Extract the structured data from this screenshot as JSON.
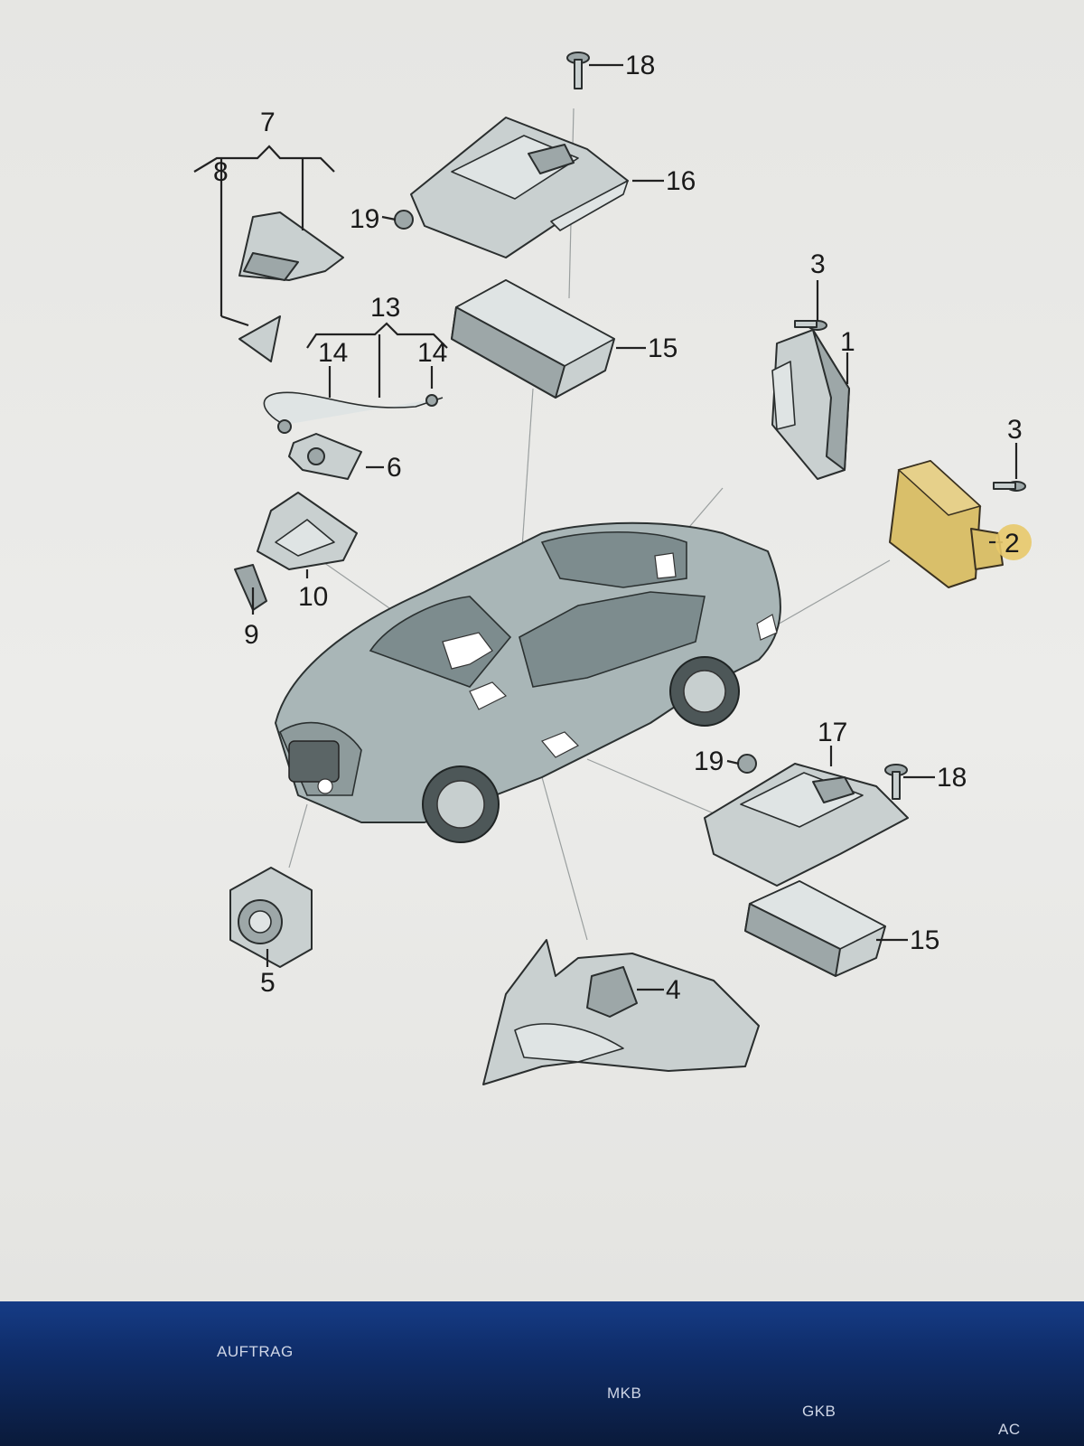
{
  "callouts": {
    "c1": "1",
    "c2": "2",
    "c3a": "3",
    "c3b": "3",
    "c4": "4",
    "c5": "5",
    "c6": "6",
    "c7": "7",
    "c8": "8",
    "c9": "9",
    "c10": "10",
    "c13": "13",
    "c14a": "14",
    "c14b": "14",
    "c15a": "15",
    "c15b": "15",
    "c16": "16",
    "c17": "17",
    "c18a": "18",
    "c18b": "18",
    "c19a": "19",
    "c19b": "19"
  },
  "highlighted_part": "2",
  "colors": {
    "highlight": "#d9bf6a",
    "taskbar": "#163c86"
  },
  "taskbar": {
    "auftrag": "AUFTRAG",
    "mkb": "MKB",
    "gkb": "GKB",
    "ac": "AC"
  }
}
